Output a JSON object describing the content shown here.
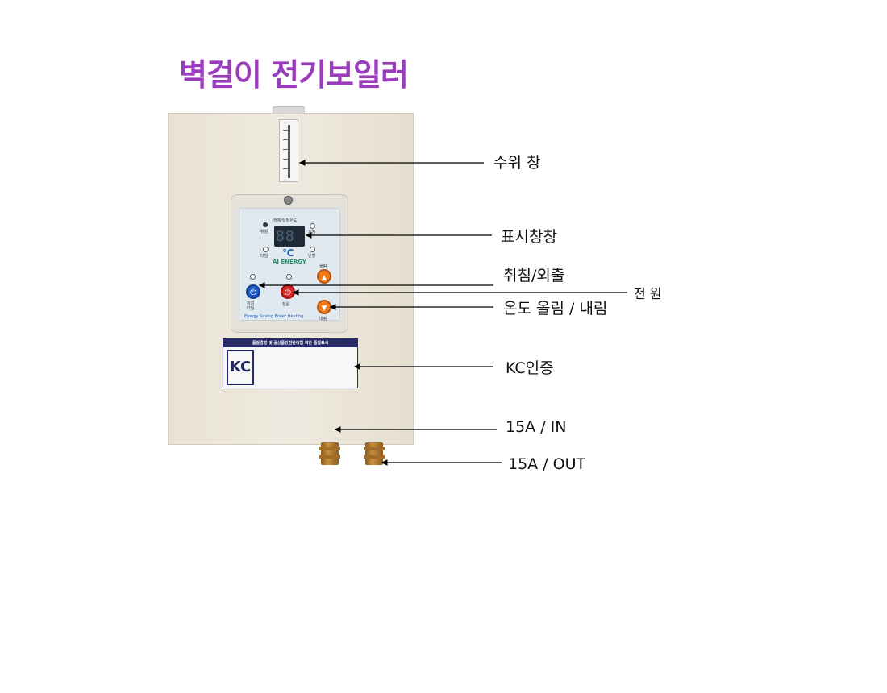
{
  "title": "벽걸이 전기보일러",
  "device": {
    "panel": {
      "top_label": "현재/설정온도",
      "digits": "88",
      "unit": "℃",
      "brand": "AI ENERGY",
      "left_top_label": "취침",
      "left_bottom_label": "타임",
      "right_top_label": "운전",
      "right_bottom_label": "난방",
      "up_label": "올림",
      "down_label": "내림",
      "sleep_button_label": "취침\n타임",
      "power_button_label": "전원",
      "footer": "Energy Saving Boiler Heating"
    },
    "plate": {
      "header": "품질경영 및 공산품안전관리법 의한 품질표시",
      "kc_mark": "KC"
    }
  },
  "callouts": {
    "water_level": "수위 창",
    "display": "표시창창",
    "sleep": "취침/외출",
    "power": "전 원",
    "temp": "온도 올림 / 내림",
    "kc": "KC인증",
    "inlet": "15A / IN",
    "outlet": "15A / OUT"
  },
  "colors": {
    "title": "#9b3bbd",
    "power_button": "#d62525",
    "sleep_button": "#1f58c7",
    "temp_buttons": "#f07a1a"
  }
}
